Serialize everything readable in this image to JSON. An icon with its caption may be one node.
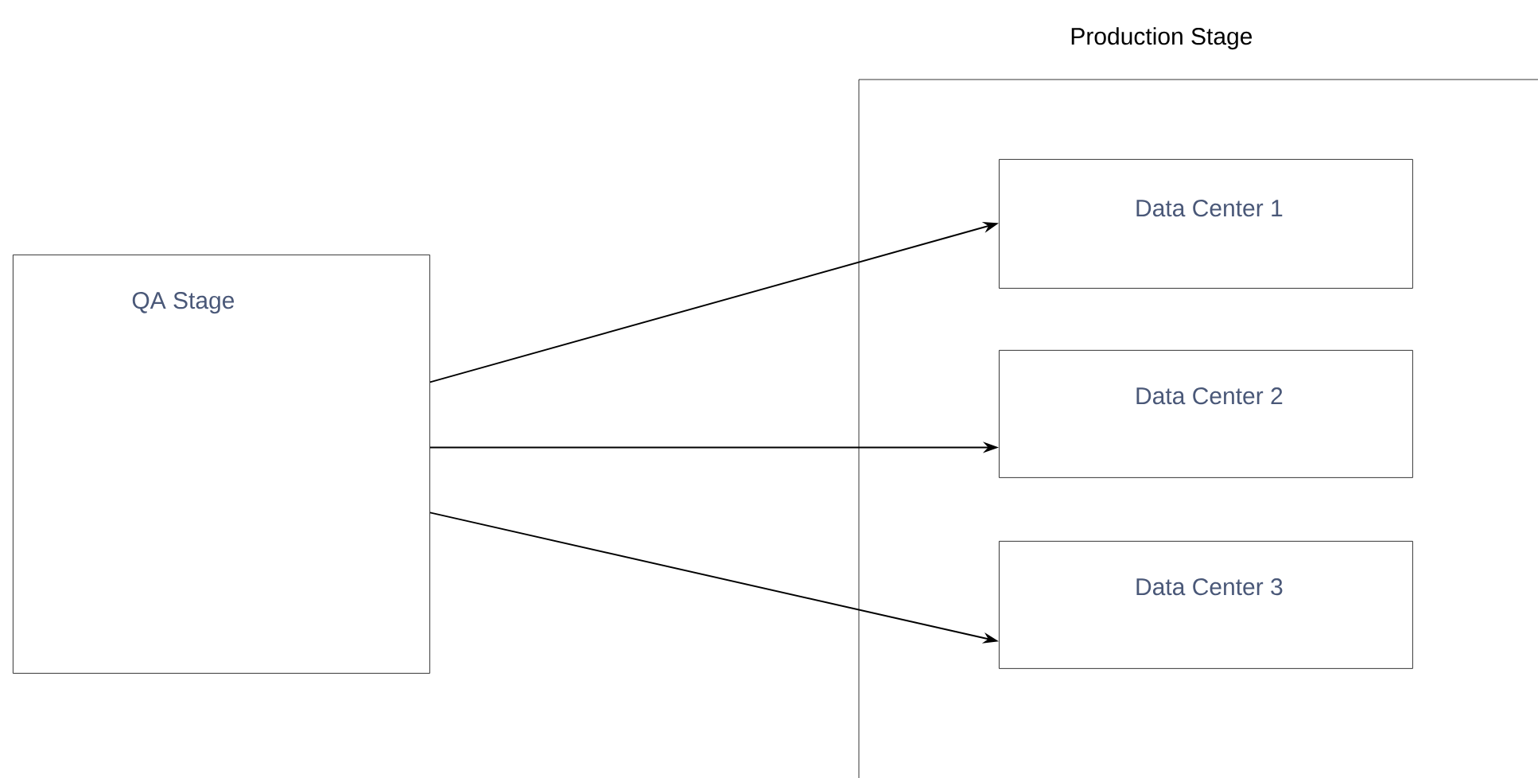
{
  "diagram": {
    "nodes": [
      {
        "text": [
          "QA Stage"
        ]
      },
      {
        "text": [
          "Production Stage"
        ]
      },
      {
        "text": [
          "Data Center 1"
        ],
        "in": 1
      },
      {
        "text": [
          "Data Center 2"
        ],
        "in": 1
      },
      {
        "text": [
          "Data Center 3"
        ],
        "in": 1
      }
    ],
    "edges": [
      {
        "from": 0,
        "to": 2,
        "arrow": "to"
      },
      {
        "from": 0,
        "to": 3,
        "arrow": "to"
      },
      {
        "from": 0,
        "to": 4,
        "arrow": "to"
      }
    ]
  }
}
